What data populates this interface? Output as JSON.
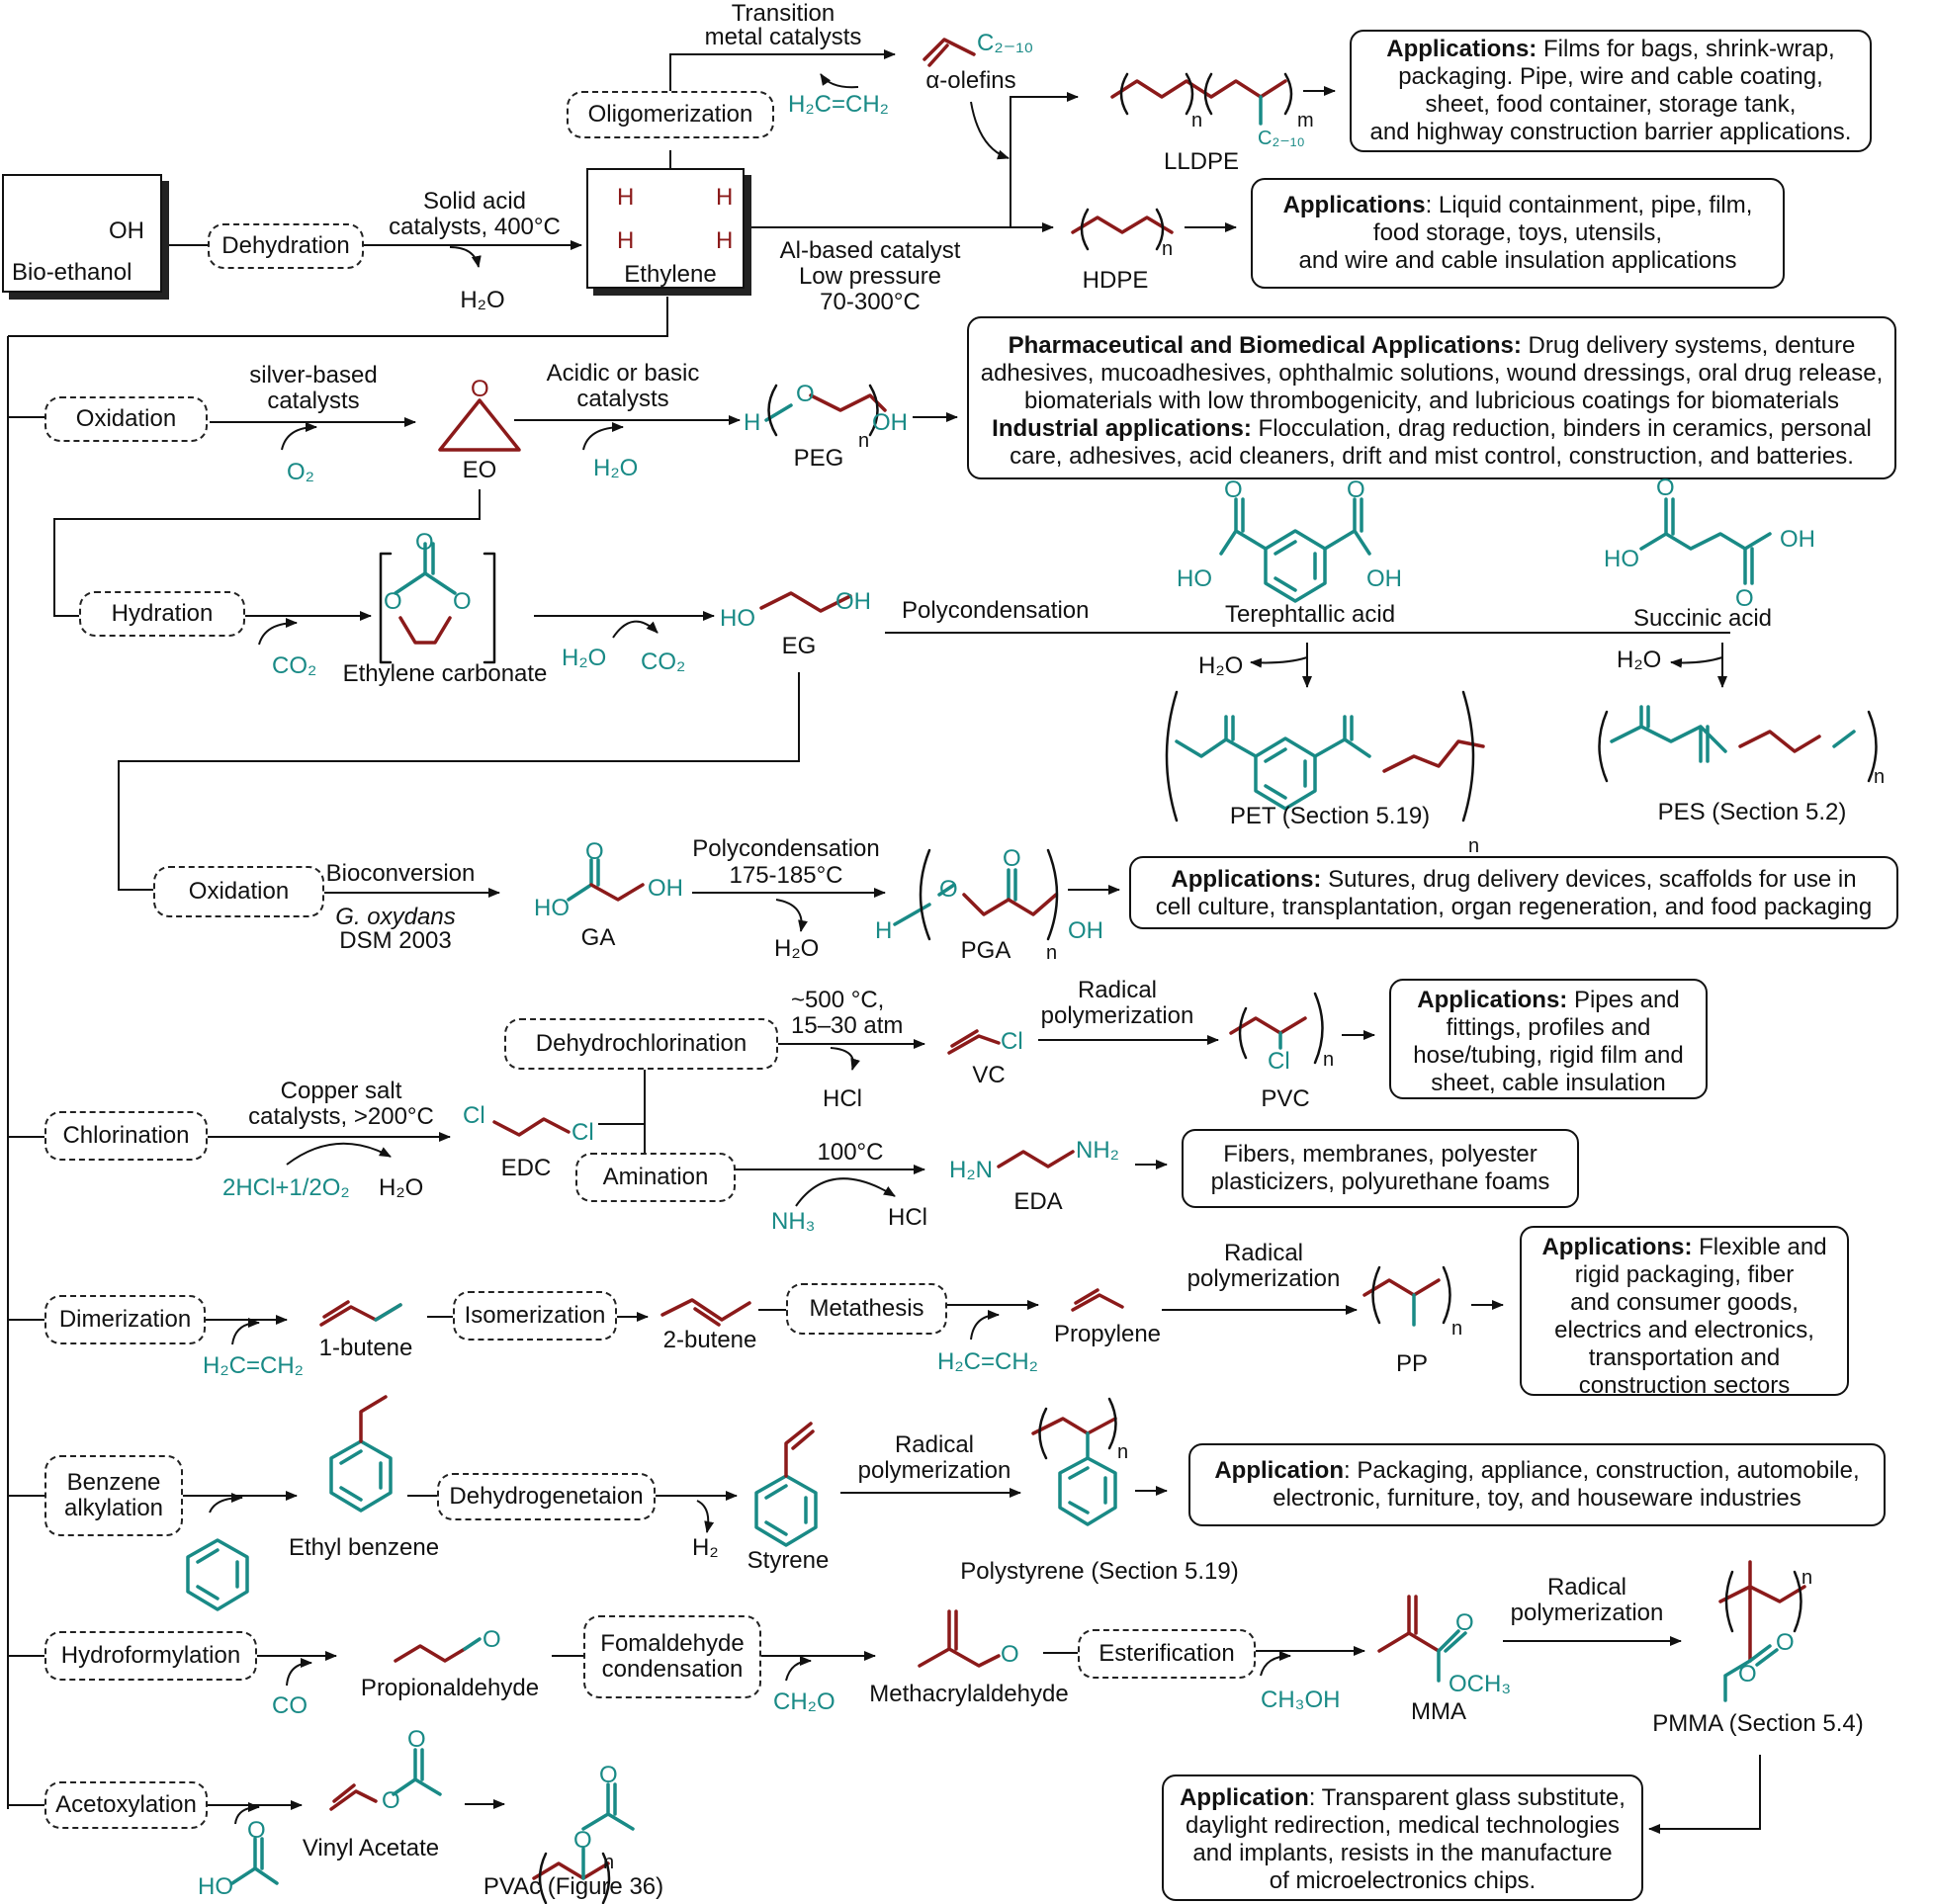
{
  "bioethanol": {
    "label": "Bio-ethanol",
    "oh": "OH"
  },
  "dehydration": {
    "process": "Dehydration",
    "cond1": "Solid acid",
    "cond2": "catalysts, 400°C",
    "byproduct": "H₂O"
  },
  "ethylene": {
    "label": "Ethylene",
    "h": "H"
  },
  "oligomerization": {
    "process": "Oligomerization",
    "cond1": "Transition",
    "cond2": "metal catalysts",
    "reagent": "H₂C=CH₂",
    "product_sub": "C₂₋₁₀",
    "product": "α-olefins"
  },
  "lldpe": {
    "label": "LLDPE",
    "n": "n",
    "m": "m",
    "sub": "C₂₋₁₀",
    "app_bold": "Applications:",
    "app1": " Films for bags, shrink-wrap,",
    "app2": "packaging. Pipe, wire and cable coating,",
    "app3": "sheet, food container, storage tank,",
    "app4": "and highway construction barrier applications."
  },
  "hdpe": {
    "label": "HDPE",
    "n": "n",
    "cond1": "Al-based catalyst",
    "cond2": "Low pressure",
    "cond3": "70-300°C",
    "app_bold": "Applications",
    "app1": ": Liquid containment, pipe, film,",
    "app2": "food storage, toys, utensils,",
    "app3": "and wire and cable insulation applications"
  },
  "eo": {
    "process": "Oxidation",
    "cond1": "silver-based",
    "cond2": "catalysts",
    "reagent": "O₂",
    "label": "EO",
    "o": "O"
  },
  "peg": {
    "cond1": "Acidic or basic",
    "cond2": "catalysts",
    "reagent": "H₂O",
    "label": "PEG",
    "h": "H",
    "o": "O",
    "oh": "OH",
    "n": "n",
    "app_bold1": "Pharmaceutical and Biomedical Applications:",
    "app1": " Drug delivery systems, denture",
    "app2": "adhesives, mucoadhesives, ophthalmic solutions, wound dressings, oral drug release,",
    "app3": "biomaterials with low thrombogenicity, and lubricious coatings for biomaterials",
    "app_bold2": "Industrial applications:",
    "app4": " Flocculation, drag reduction, binders in ceramics, personal",
    "app5": "care, adhesives, acid cleaners, drift and mist control, construction, and batteries."
  },
  "eg": {
    "process": "Hydration",
    "reagent": "CO₂",
    "intermediate": "Ethylene carbonate",
    "h2o": "H₂O",
    "co2": "CO₂",
    "label": "EG",
    "ho": "HO",
    "oh": "OH",
    "o": "O"
  },
  "polycond": {
    "label": "Polycondensation",
    "tpa": "Terephtallic acid",
    "sa": "Succinic acid",
    "h2o": "H₂O",
    "ho": "HO",
    "oh": "OH",
    "o": "O",
    "pet": "PET (Section 5.19)",
    "pes": "PES (Section 5.2)",
    "n": "n"
  },
  "pga": {
    "process": "Oxidation",
    "cond1": "Bioconversion",
    "cond2": "G. oxydans",
    "cond3": "DSM 2003",
    "ga": "GA",
    "ho": "HO",
    "oh": "OH",
    "o": "O",
    "pc1": "Polycondensation",
    "pc2": "175-185°C",
    "h2o": "H₂O",
    "label": "PGA",
    "h": "H",
    "n": "n",
    "app_bold": "Applications:",
    "app1": " Sutures, drug delivery devices, scaffolds for use in",
    "app2": "cell culture, transplantation, organ regeneration, and food packaging"
  },
  "pvc": {
    "process": "Dehydrochlorination",
    "cond1": "~500 °C,",
    "cond2": "15–30 atm",
    "byproduct": "HCl",
    "vc": "VC",
    "cl": "Cl",
    "rp1": "Radical",
    "rp2": "polymerization",
    "label": "PVC",
    "n": "n",
    "app_bold": "Applications:",
    "app1": " Pipes and",
    "app2": "fittings, profiles and",
    "app3": "hose/tubing, rigid film and",
    "app4": "sheet, cable insulation"
  },
  "edc": {
    "process": "Chlorination",
    "cond1": "Copper salt",
    "cond2": "catalysts, >200°C",
    "reagent": "2HCl+1/2O₂",
    "h2o": "H₂O",
    "label": "EDC",
    "cl": "Cl"
  },
  "eda": {
    "process": "Amination",
    "cond": "100°C",
    "reagent": "NH₃",
    "byproduct": "HCl",
    "label": "EDA",
    "h2n": "H₂N",
    "nh2": "NH₂",
    "app1": "Fibers, membranes, polyester",
    "app2": "plasticizers, polyurethane foams"
  },
  "pp": {
    "process1": "Dimerization",
    "reagent1": "H₂C=CH₂",
    "butene1": "1-butene",
    "process2": "Isomerization",
    "butene2": "2-butene",
    "process3": "Metathesis",
    "reagent3": "H₂C=CH₂",
    "propylene": "Propylene",
    "rp1": "Radical",
    "rp2": "polymerization",
    "label": "PP",
    "n": "n",
    "app_bold": "Applications:",
    "app1": " Flexible and",
    "app2": "rigid packaging, fiber",
    "app3": "and consumer goods,",
    "app4": "electrics and electronics,",
    "app5": "transportation and",
    "app6": "construction sectors"
  },
  "ps": {
    "process1a": "Benzene",
    "process1b": "alkylation",
    "eb": "Ethyl benzene",
    "process2": "Dehydrogenetaion",
    "h2": "H₂",
    "styrene": "Styrene",
    "rp1": "Radical",
    "rp2": "polymerization",
    "label": "Polystyrene (Section 5.19)",
    "n": "n",
    "app_bold": "Application",
    "app1": ": Packaging, appliance, construction, automobile,",
    "app2": "electronic, furniture, toy, and houseware industries"
  },
  "pmma": {
    "process1": "Hydroformylation",
    "co": "CO",
    "propanal": "Propionaldehyde",
    "process2a": "Fomaldehyde",
    "process2b": "condensation",
    "ch2o": "CH₂O",
    "methacrolein": "Methacrylaldehyde",
    "process3": "Esterification",
    "ch3oh": "CH₃OH",
    "mma": "MMA",
    "och3": "OCH₃",
    "o": "O",
    "rp1": "Radical",
    "rp2": "polymerization",
    "label": "PMMA (Section 5.4)",
    "n": "n",
    "app_bold": "Application",
    "app1": ": Transparent glass substitute,",
    "app2": "daylight redirection, medical technologies",
    "app3": "and implants, resists in the manufacture",
    "app4": "of microelectronics chips."
  },
  "pvac": {
    "process": "Acetoxylation",
    "reagent_ho": "HO",
    "o": "O",
    "va": "Vinyl Acetate",
    "label": "PVAc (Figure 36)",
    "n": "n"
  },
  "colors": {
    "red": "#8b1a1a",
    "teal": "#198a86"
  }
}
